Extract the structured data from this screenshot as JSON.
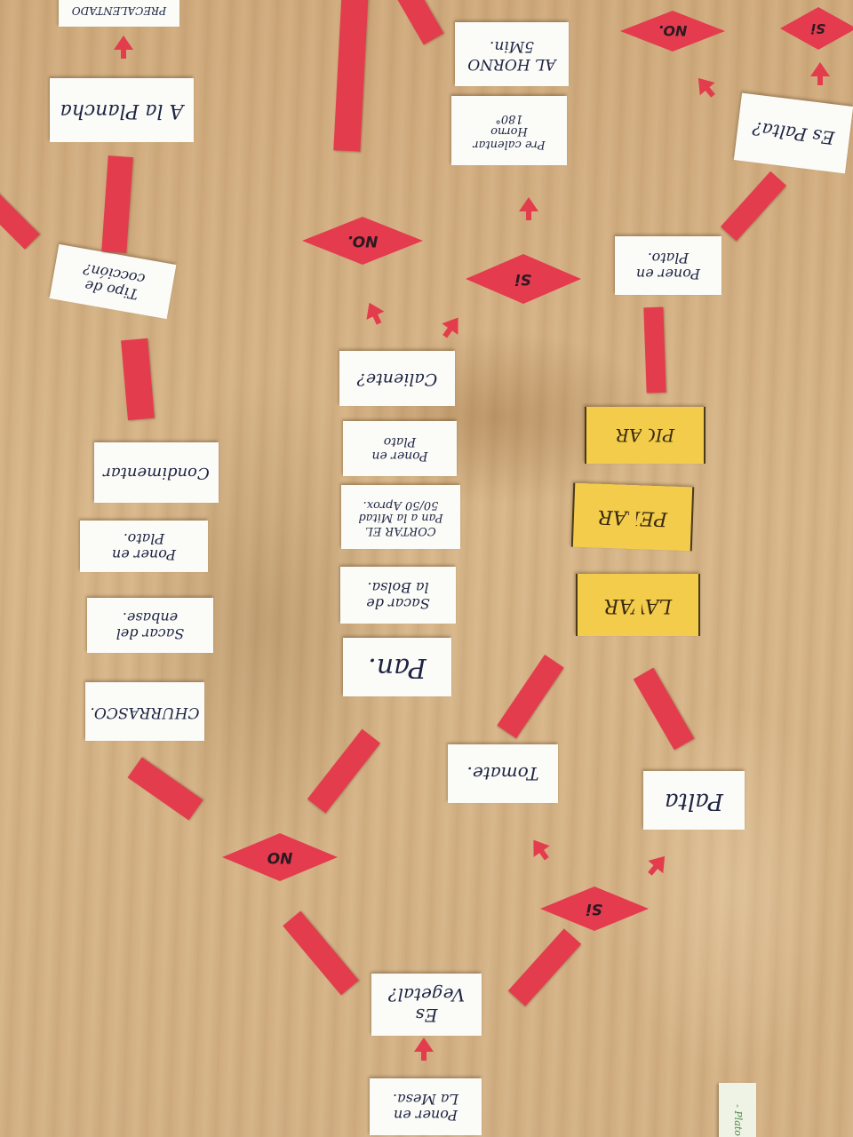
{
  "board": {
    "cards": [
      {
        "id": "pre-calentado",
        "text": "PRECALENTADO"
      },
      {
        "id": "a-la-plancha",
        "text": "A la Plancha"
      },
      {
        "id": "tipo-de-coccion",
        "text": "Tipo de\ncocción?"
      },
      {
        "id": "condimentar",
        "text": "Condimentar"
      },
      {
        "id": "poner-en-plato-1",
        "text": "Poner en\nPlato."
      },
      {
        "id": "sacar-del-envase",
        "text": "Sacar del\nenbase."
      },
      {
        "id": "churrasco",
        "text": "CHURRASCO."
      },
      {
        "id": "al-horno",
        "text": "AL HORNO\n5Min."
      },
      {
        "id": "pre-calentar-horno",
        "text": "Pre calentar\nHorno\n180°"
      },
      {
        "id": "caliente",
        "text": "Caliente?"
      },
      {
        "id": "poner-en-plato-2",
        "text": "Poner en\nPlato"
      },
      {
        "id": "cortar-el-pan",
        "text": "CORTAR EL\nPan a la Mitad\n50/50 Aprox."
      },
      {
        "id": "sacar-de-la-bolsa",
        "text": "Sacar de\nla Bolsa."
      },
      {
        "id": "pan",
        "text": "Pan."
      },
      {
        "id": "tomate",
        "text": "Tomate."
      },
      {
        "id": "es-palta",
        "text": "Es Palta?"
      },
      {
        "id": "poner-en-plato-3",
        "text": "Poner en\nPlato."
      },
      {
        "id": "palta",
        "text": "Palta"
      },
      {
        "id": "es-vegetal",
        "text": "Es\nVegetal?"
      },
      {
        "id": "poner-en-la-mesa",
        "text": "Poner en\nLa Mesa."
      },
      {
        "id": "note",
        "text": "- Plato"
      }
    ],
    "process_cards": [
      {
        "id": "picar",
        "text": "PICAR"
      },
      {
        "id": "pelar",
        "text": "PELAR"
      },
      {
        "id": "lavar",
        "text": "LAVAR"
      }
    ],
    "decisions": [
      {
        "id": "no-top",
        "text": "NO."
      },
      {
        "id": "si-top",
        "text": "Si"
      },
      {
        "id": "no-middle",
        "text": "NO."
      },
      {
        "id": "si-middle",
        "text": "Si"
      },
      {
        "id": "no-bottom",
        "text": "NO"
      },
      {
        "id": "si-bottom",
        "text": "Si"
      }
    ]
  }
}
